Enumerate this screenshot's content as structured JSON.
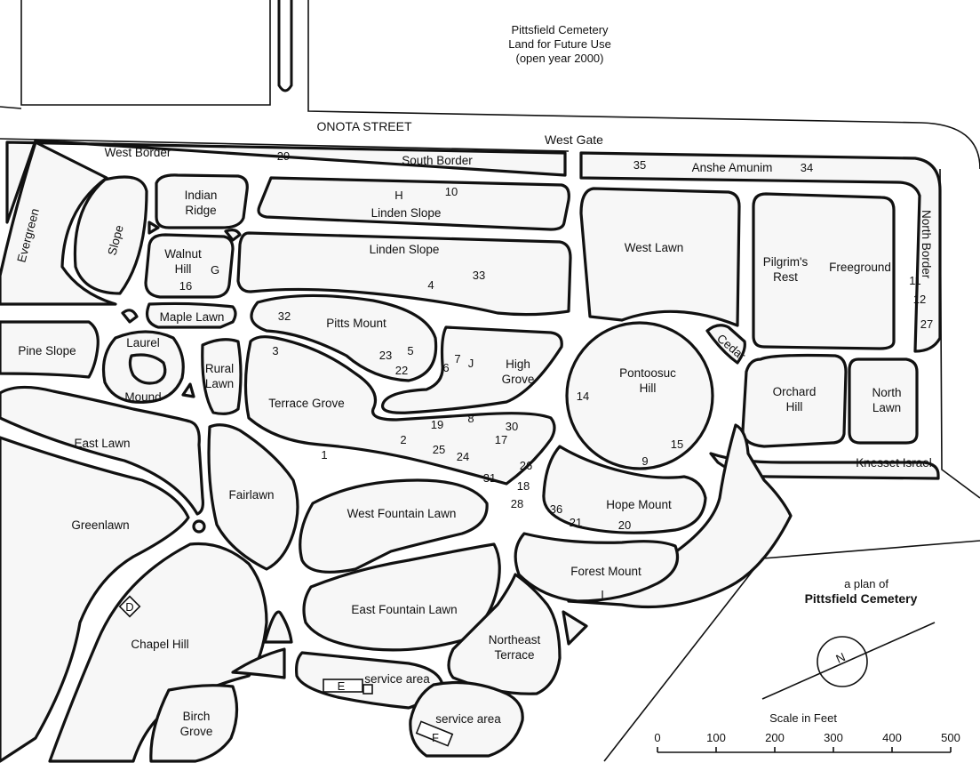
{
  "future_use": {
    "line1": "Pittsfield Cemetery",
    "line2": "Land for Future Use",
    "line3": "(open year 2000)"
  },
  "streets": {
    "onota": "ONOTA STREET",
    "west_gate": "West Gate"
  },
  "sections": {
    "west_border": "West Border",
    "south_border": "South Border",
    "anshe_amunim": "Anshe Amunim",
    "north_border": "North Border",
    "evergreen": "Evergreen",
    "slope": "Slope",
    "indian": "Indian",
    "ridge": "Ridge",
    "linden_slope_1": "Linden Slope",
    "linden_slope_2": "Linden Slope",
    "walnut": "Walnut",
    "hill": "Hill",
    "west_lawn": "West Lawn",
    "pilgrims": "Pilgrim's",
    "rest": "Rest",
    "freeground": "Freeground",
    "maple_lawn": "Maple Lawn",
    "pitts_mount": "Pitts Mount",
    "pine_slope": "Pine Slope",
    "laurel": "Laurel",
    "mound": "Mound",
    "rural": "Rural",
    "lawn": "Lawn",
    "high": "High",
    "grove": "Grove",
    "pontoosuc": "Pontoosuc",
    "pontoosuc_hill": "Hill",
    "cedar": "Cedar",
    "orchard": "Orchard",
    "orchard_hill": "Hill",
    "north": "North",
    "north_lawn": "Lawn",
    "terrace_grove": "Terrace Grove",
    "east_lawn": "East Lawn",
    "knesset_israel": "Knesset Israel",
    "fairlawn": "Fairlawn",
    "greenlawn": "Greenlawn",
    "west_fountain_lawn": "West Fountain Lawn",
    "hope_mount": "Hope Mount",
    "forest_mount": "Forest Mount",
    "chapel_hill": "Chapel Hill",
    "east_fountain_lawn": "East Fountain Lawn",
    "northeast": "Northeast",
    "terrace": "Terrace",
    "service_area_1": "service area",
    "service_area_2": "service area",
    "birch": "Birch",
    "birch_grove": "Grove"
  },
  "markers": {
    "n29": "29",
    "n35": "35",
    "n34": "34",
    "H": "H",
    "n10": "10",
    "G": "G",
    "n16": "16",
    "n4": "4",
    "n33": "33",
    "n11": "11",
    "n12": "12",
    "n27": "27",
    "n32": "32",
    "n3": "3",
    "n23": "23",
    "n5": "5",
    "n22": "22",
    "n6": "6",
    "n7": "7",
    "J": "J",
    "n14": "14",
    "n19": "19",
    "n8": "8",
    "n30": "30",
    "n2": "2",
    "n17": "17",
    "n25": "25",
    "n24": "24",
    "n1": "1",
    "n15": "15",
    "n9": "9",
    "n26": "26",
    "n31": "31",
    "n18": "18",
    "n28": "28",
    "n36": "36",
    "n21": "21",
    "n20": "20",
    "I": "I",
    "D": "D",
    "E": "E",
    "F": "F"
  },
  "legend": {
    "plan_of": "a plan of",
    "name": "Pittsfield Cemetery",
    "north": "N",
    "scale_title": "Scale in Feet",
    "ticks": [
      "0",
      "100",
      "200",
      "300",
      "400",
      "500"
    ]
  }
}
